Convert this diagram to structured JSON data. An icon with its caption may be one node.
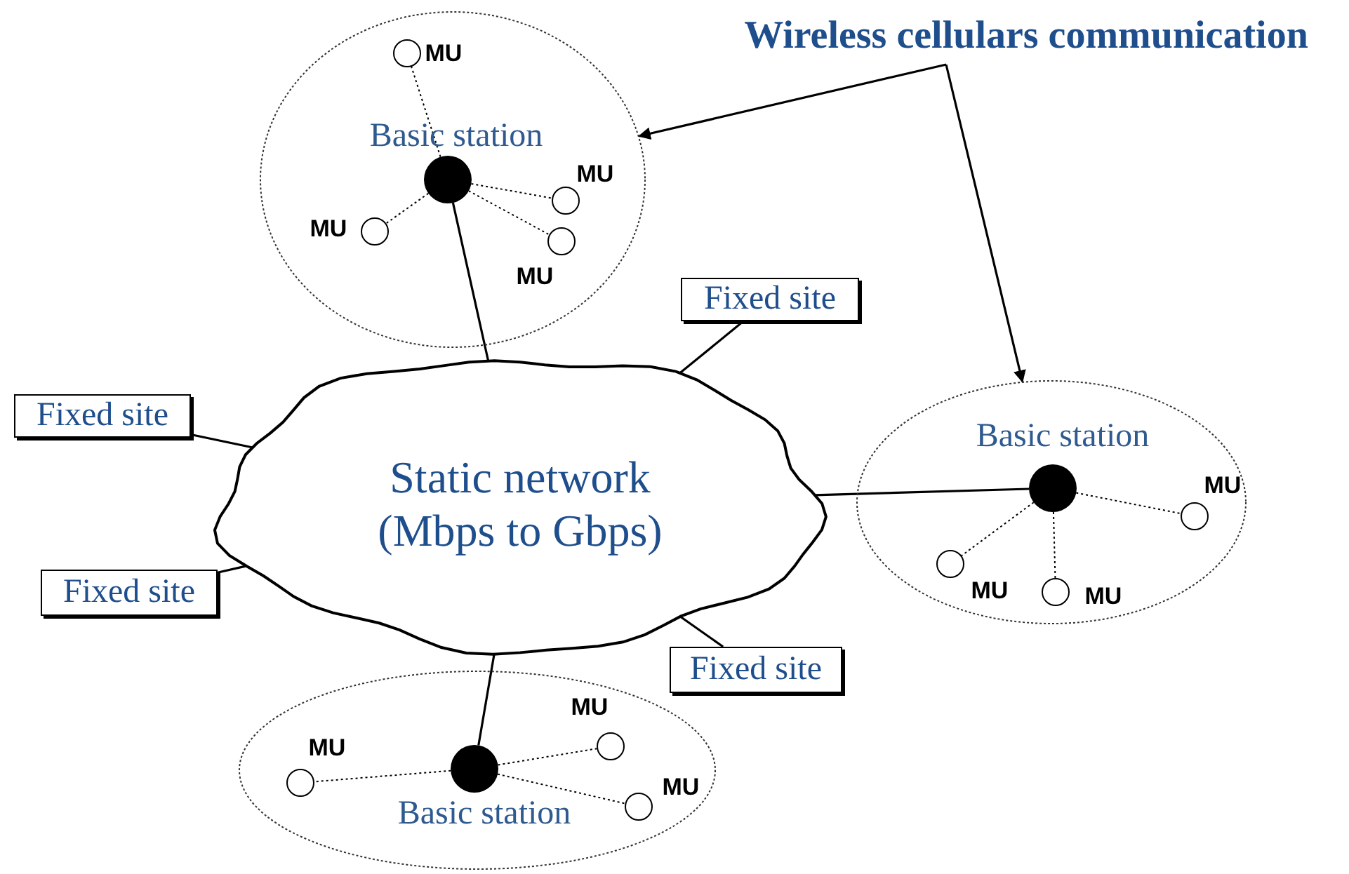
{
  "diagram": {
    "nodes": [
      {
        "text": [
          "Wireless cellulars communication"
        ]
      },
      {
        "text": [],
        "shape": "ellipse"
      },
      {
        "text": [],
        "shape": "circle",
        "in": 1,
        "beside": [
          "Basic station"
        ]
      },
      {
        "text": [],
        "shape": "circle",
        "in": 1,
        "beside": [
          "MU"
        ]
      },
      {
        "text": [],
        "shape": "circle",
        "in": 1,
        "beside": [
          "MU"
        ]
      },
      {
        "text": [],
        "shape": "circle",
        "in": 1,
        "beside": [
          "MU"
        ]
      },
      {
        "text": [],
        "shape": "circle",
        "in": 1,
        "beside": [
          "MU"
        ]
      },
      {
        "text": [],
        "shape": "ellipse"
      },
      {
        "text": [],
        "shape": "circle",
        "in": 7,
        "beside": [
          "Basic station"
        ]
      },
      {
        "text": [],
        "shape": "circle",
        "in": 7,
        "beside": [
          "MU"
        ]
      },
      {
        "text": [],
        "shape": "circle",
        "in": 7,
        "beside": [
          "MU"
        ]
      },
      {
        "text": [],
        "shape": "circle",
        "in": 7,
        "beside": [
          "MU"
        ]
      },
      {
        "text": [],
        "shape": "ellipse"
      },
      {
        "text": [],
        "shape": "circle",
        "in": 12,
        "beside": [
          "Basic station"
        ]
      },
      {
        "text": [],
        "shape": "circle",
        "in": 12,
        "beside": [
          "MU"
        ]
      },
      {
        "text": [],
        "shape": "circle",
        "in": 12,
        "beside": [
          "MU"
        ]
      },
      {
        "text": [],
        "shape": "circle",
        "in": 12,
        "beside": [
          "MU"
        ]
      },
      {
        "text": [
          "Static network (Mbps to Gbps)"
        ]
      },
      {
        "text": [
          "Fixed site"
        ]
      },
      {
        "text": [
          "Fixed site"
        ]
      },
      {
        "text": [
          "Fixed site"
        ]
      },
      {
        "text": [
          "Fixed site"
        ]
      }
    ],
    "edges": [
      {
        "from": 0,
        "to": 1,
        "arrow": "to"
      },
      {
        "from": 0,
        "to": 7,
        "arrow": "to"
      },
      {
        "from": 2,
        "to": 17,
        "arrow": "none"
      },
      {
        "from": 8,
        "to": 17,
        "arrow": "none"
      },
      {
        "from": 13,
        "to": 17,
        "arrow": "none"
      },
      {
        "from": 18,
        "to": 17,
        "arrow": "none"
      },
      {
        "from": 19,
        "to": 17,
        "arrow": "none"
      },
      {
        "from": 20,
        "to": 17,
        "arrow": "none"
      },
      {
        "from": 21,
        "to": 17,
        "arrow": "none"
      },
      {
        "from": 2,
        "to": 3,
        "arrow": "none",
        "style": "dashed"
      },
      {
        "from": 2,
        "to": 4,
        "arrow": "none",
        "style": "dashed"
      },
      {
        "from": 2,
        "to": 5,
        "arrow": "none",
        "style": "dashed"
      },
      {
        "from": 2,
        "to": 6,
        "arrow": "none",
        "style": "dashed"
      },
      {
        "from": 8,
        "to": 9,
        "arrow": "none",
        "style": "dashed"
      },
      {
        "from": 8,
        "to": 10,
        "arrow": "none",
        "style": "dashed"
      },
      {
        "from": 8,
        "to": 11,
        "arrow": "none",
        "style": "dashed"
      },
      {
        "from": 13,
        "to": 14,
        "arrow": "none",
        "style": "dashed"
      },
      {
        "from": 13,
        "to": 15,
        "arrow": "none",
        "style": "dashed"
      },
      {
        "from": 13,
        "to": 16,
        "arrow": "none",
        "style": "dashed"
      }
    ]
  }
}
